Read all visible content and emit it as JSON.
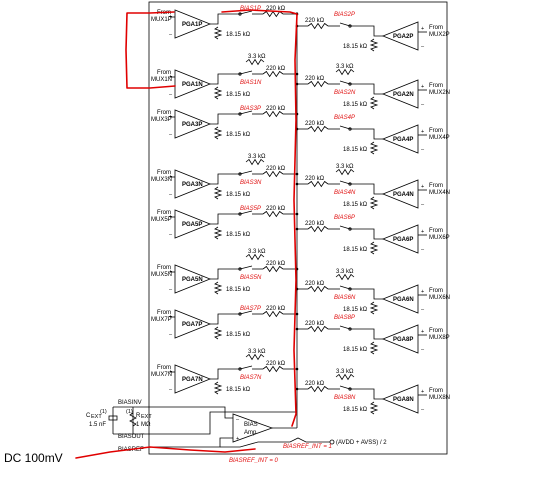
{
  "left_channels": [
    {
      "pga": "PGA1P",
      "from": "From",
      "mux": "MUX1P",
      "bias": "BIAS1P"
    },
    {
      "pga": "PGA1N",
      "from": "From",
      "mux": "MUX1N",
      "bias": "BIAS1N"
    },
    {
      "pga": "PGA3P",
      "from": "From",
      "mux": "MUX3P",
      "bias": "BIAS3P"
    },
    {
      "pga": "PGA3N",
      "from": "From",
      "mux": "MUX3N",
      "bias": "BIAS3N"
    },
    {
      "pga": "PGA5P",
      "from": "From",
      "mux": "MUX5P",
      "bias": "BIAS5P"
    },
    {
      "pga": "PGA5N",
      "from": "From",
      "mux": "MUX5N",
      "bias": "BIAS5N"
    },
    {
      "pga": "PGA7P",
      "from": "From",
      "mux": "MUX7P",
      "bias": "BIAS7P"
    },
    {
      "pga": "PGA7N",
      "from": "From",
      "mux": "MUX7N",
      "bias": "BIAS7N"
    }
  ],
  "right_channels": [
    {
      "pga": "PGA2P",
      "from": "From",
      "mux": "MUX2P",
      "bias": "BIAS2P"
    },
    {
      "pga": "PGA2N",
      "from": "From",
      "mux": "MUX2N",
      "bias": "BIAS2N"
    },
    {
      "pga": "PGA4P",
      "from": "From",
      "mux": "MUX4P",
      "bias": "BIAS4P"
    },
    {
      "pga": "PGA4N",
      "from": "From",
      "mux": "MUX4N",
      "bias": "BIAS4N"
    },
    {
      "pga": "PGA6P",
      "from": "From",
      "mux": "MUX6P",
      "bias": "BIAS6P"
    },
    {
      "pga": "PGA6N",
      "from": "From",
      "mux": "MUX6N",
      "bias": "BIAS6N"
    },
    {
      "pga": "PGA8P",
      "from": "From",
      "mux": "MUX8P",
      "bias": "BIAS8P"
    },
    {
      "pga": "PGA8N",
      "from": "From",
      "mux": "MUX8N",
      "bias": "BIAS8N"
    }
  ],
  "component_values": {
    "series_resistor": "220 kΩ",
    "gain_resistor": "18.15 kΩ",
    "trim_resistor": "3.3 kΩ"
  },
  "bias_section": {
    "amp_label_1": "BIAS",
    "amp_label_2": "Amp",
    "biasinv": "BIASINV",
    "biasout": "BIASOUT",
    "biasref": "BIASREF",
    "cext": "C",
    "cext_sub": "EXT",
    "cext_val": "1.5 nF",
    "rext": "R",
    "rext_sub": "EXT",
    "rext_val": "1 MΩ",
    "note_mark": "(1)",
    "supply": "(AVDD + AVSS) / 2",
    "int1": "BIASREF_INT = 1",
    "int0": "BIASREF_INT = 0"
  },
  "annotation": {
    "text": "DC 100mV",
    "color": "#e00000"
  }
}
